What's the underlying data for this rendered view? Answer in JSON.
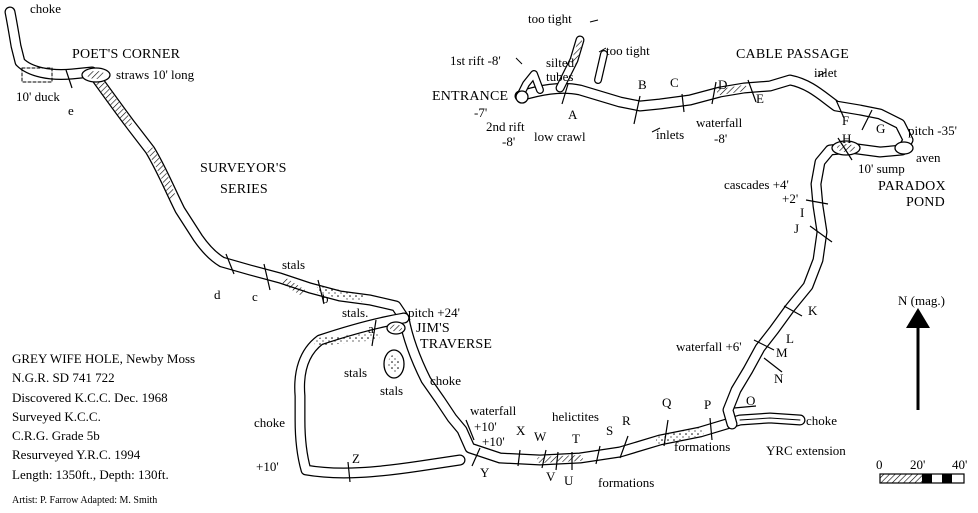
{
  "map": {
    "stations": [
      "A",
      "B",
      "C",
      "D",
      "E",
      "F",
      "G",
      "H",
      "I",
      "J",
      "K",
      "L",
      "M",
      "N",
      "O",
      "P",
      "Q",
      "R",
      "S",
      "T",
      "U",
      "V",
      "W",
      "X",
      "Y",
      "Z",
      "a",
      "b",
      "c",
      "d",
      "e"
    ],
    "labels": {
      "choke_top": "choke",
      "poets_corner": "POET'S CORNER",
      "straws": "straws 10' long",
      "duck": "10' duck",
      "surveyors_series_1": "SURVEYOR'S",
      "surveyors_series_2": "SERIES",
      "stals_1": "stals",
      "stals_2": "stals.",
      "stals_3": "stals",
      "stals_4": "stals",
      "pitch_24": "pitch +24'",
      "jims_1": "JIM'S",
      "jims_2": "TRAVERSE",
      "choke_mid": "choke",
      "waterfall_10": "waterfall",
      "plus10_a": "+10'",
      "plus10_b": "+10'",
      "choke_left": "choke",
      "plus10_left": "+10'",
      "helictites": "helictites",
      "formations_1": "formations",
      "formations_2": "formations",
      "choke_right": "choke",
      "yrc_extension": "YRC extension",
      "waterfall_6": "waterfall +6'",
      "cascades": "cascades +4'",
      "plus2": "+2'",
      "paradox_1": "PARADOX",
      "paradox_2": "POND",
      "pitch_35": "pitch -35'",
      "aven": "aven",
      "sump": "10' sump",
      "cable_passage": "CABLE PASSAGE",
      "inlet": "inlet",
      "waterfall_8": "waterfall",
      "minus8_wf": "-8'",
      "inlets": "inlets",
      "too_tight_1": "too tight",
      "too_tight_2": "too tight",
      "first_rift": "1st rift -8'",
      "silted_1": "silted",
      "silted_2": "tubes",
      "entrance": "ENTRANCE",
      "minus7": "-7'",
      "second_rift": "2nd rift",
      "minus8_rift": "-8'",
      "low_crawl": "low crawl"
    },
    "north_label": "N (mag.)",
    "scale": {
      "ticks": [
        "0",
        "20'",
        "40'"
      ]
    }
  },
  "info": {
    "title": "GREY WIFE HOLE, Newby Moss",
    "ngr": "N.G.R. SD 741 722",
    "discovered": "Discovered K.C.C. Dec. 1968",
    "surveyed": "Surveyed K.C.C.",
    "grade": "C.R.G. Grade 5b",
    "resurveyed": "Resurveyed Y.R.C. 1994",
    "dimensions": "Length: 1350ft., Depth: 130ft.",
    "credits": "Artist: P. Farrow   Adapted: M. Smith"
  }
}
